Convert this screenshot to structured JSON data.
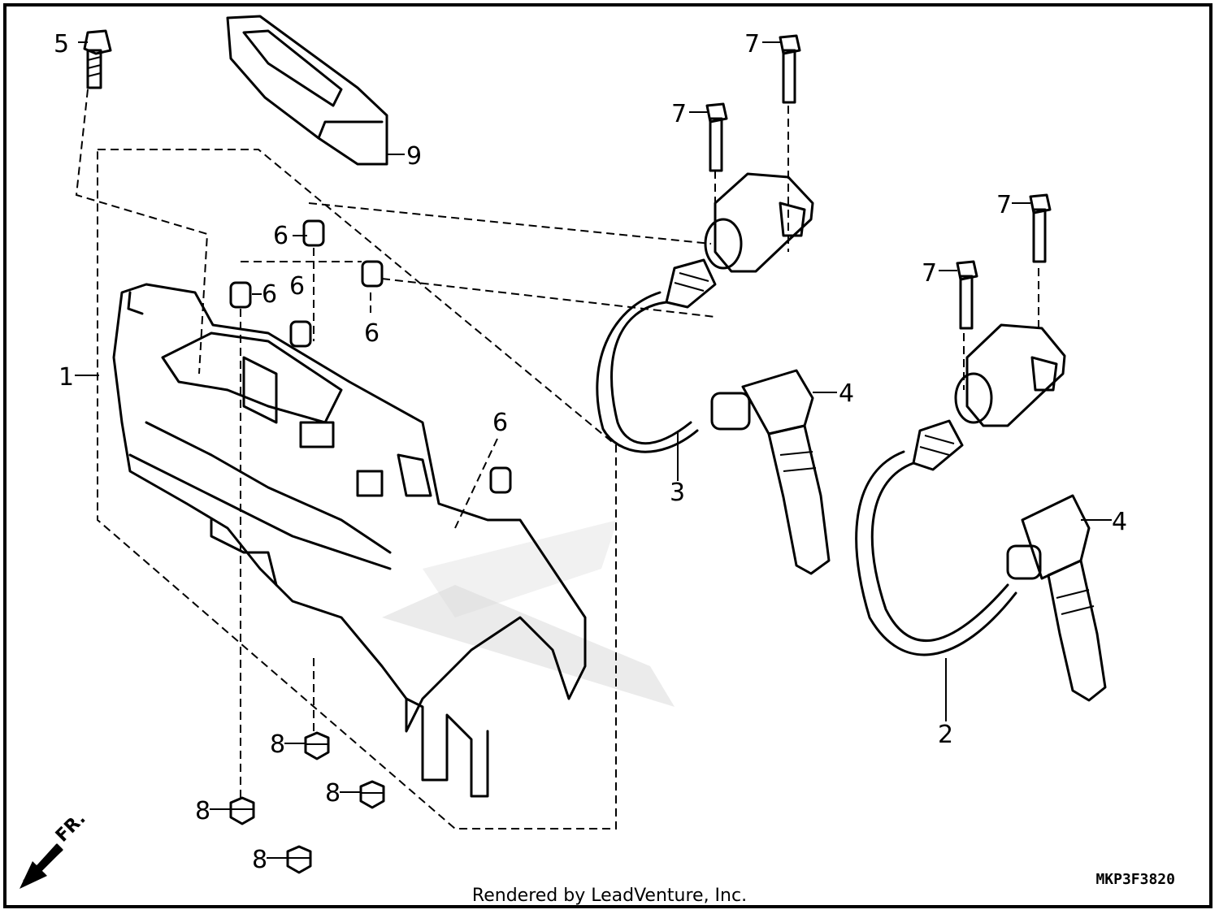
{
  "diagram": {
    "callouts": {
      "c1": "1",
      "c2": "2",
      "c3": "3",
      "c4a": "4",
      "c4b": "4",
      "c5": "5",
      "c6a": "6",
      "c6b": "6",
      "c6c": "6",
      "c6d": "6",
      "c6e": "6",
      "c7a": "7",
      "c7b": "7",
      "c7c": "7",
      "c7d": "7",
      "c8a": "8",
      "c8b": "8",
      "c8c": "8",
      "c8d": "8",
      "c9": "9"
    },
    "front_indicator": "FR.",
    "catalog_code": "MKP3F3820"
  },
  "footer": {
    "credit": "Rendered by LeadVenture, Inc."
  },
  "colors": {
    "line": "#000000",
    "background": "#ffffff",
    "watermark": "#d8d8d8"
  }
}
